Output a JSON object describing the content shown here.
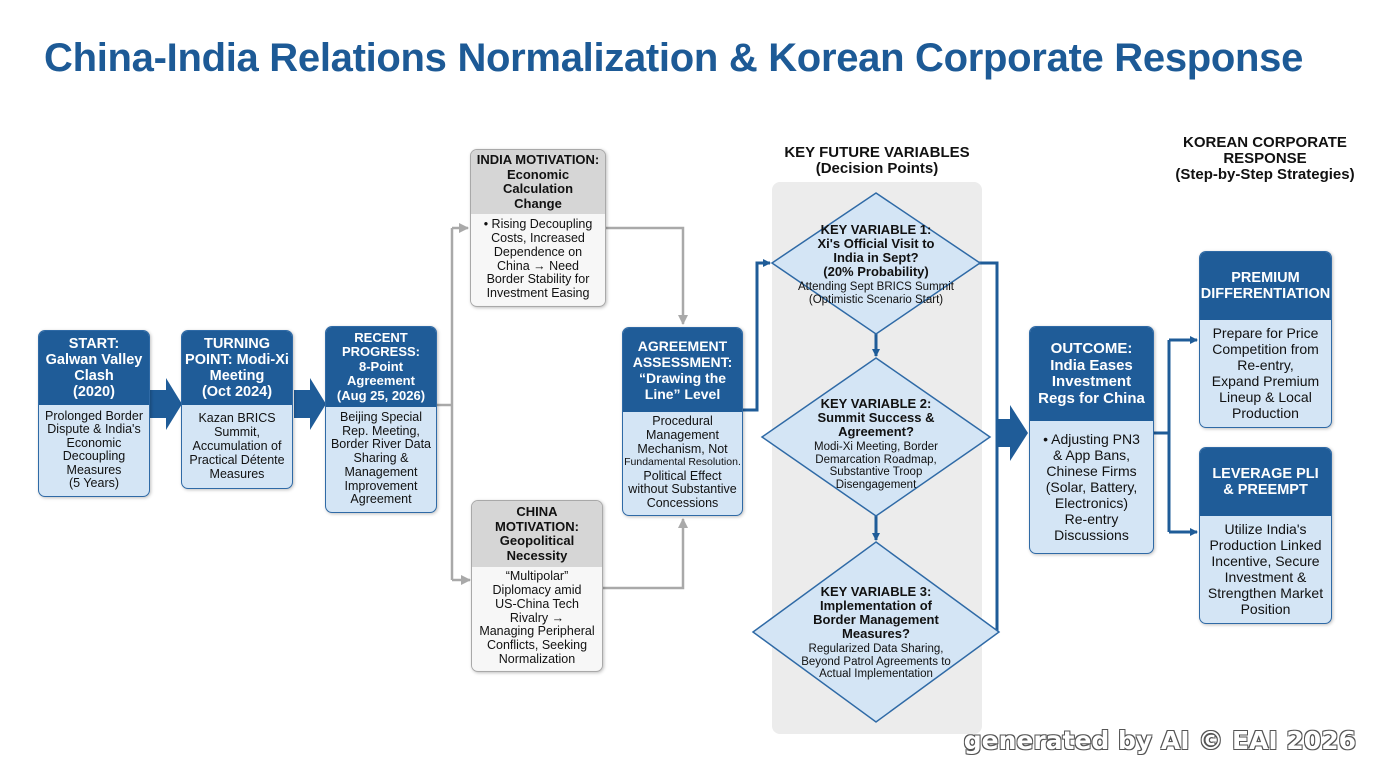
{
  "title": "China-India Relations Normalization & Korean Corporate Response",
  "headers": {
    "variables": [
      "KEY FUTURE VARIABLES",
      "(Decision Points)"
    ],
    "korean": [
      "KOREAN CORPORATE",
      "RESPONSE",
      "(Step-by-Step Strategies)"
    ]
  },
  "timeline": [
    {
      "title": [
        "START:",
        "Galwan Valley",
        "Clash",
        "(2020)"
      ],
      "body": [
        "Prolonged Border",
        "Dispute & India's",
        "Economic",
        "Decoupling",
        "Measures",
        "(5 Years)"
      ]
    },
    {
      "title": [
        "TURNING",
        "POINT: Modi-Xi",
        "Meeting",
        "(Oct 2024)"
      ],
      "body": [
        "Kazan BRICS",
        "Summit,",
        "Accumulation of",
        "Practical Détente",
        "Measures"
      ]
    },
    {
      "title": [
        "RECENT",
        "PROGRESS:",
        "8-Point",
        "Agreement",
        "(Aug 25, 2026)"
      ],
      "body": [
        "Beijing Special",
        "Rep. Meeting,",
        "Border River Data",
        "Sharing &",
        "Management",
        "Improvement",
        "Agreement"
      ]
    }
  ],
  "india_motivation": {
    "title": [
      "INDIA MOTIVATION:",
      "Economic Calculation",
      "Change"
    ],
    "body": [
      "• Rising Decoupling",
      "Costs, Increased",
      "Dependence on",
      "China → Need",
      "Border Stability for",
      "Investment Easing"
    ]
  },
  "china_motivation": {
    "title": [
      "CHINA",
      "MOTIVATION:",
      "Geopolitical",
      "Necessity"
    ],
    "body": [
      "“Multipolar”",
      "Diplomacy amid",
      "US-China Tech",
      "Rivalry →",
      "Managing Peripheral",
      "Conflicts, Seeking",
      "Normalization"
    ]
  },
  "assessment": {
    "title": [
      "AGREEMENT",
      "ASSESSMENT:",
      "“Drawing the",
      "Line” Level"
    ],
    "body": [
      "Procedural",
      "Management",
      "Mechanism, Not",
      "Fundamental Resolution.",
      "Political Effect",
      "without Substantive",
      "Concessions"
    ]
  },
  "variables": [
    {
      "title": [
        "KEY VARIABLE 1:",
        "Xi's Official Visit to",
        "India in Sept?",
        "(20% Probability)"
      ],
      "desc": [
        "Attending Sept BRICS Summit",
        "(Optimistic Scenario Start)"
      ]
    },
    {
      "title": [
        "KEY VARIABLE 2:",
        "Summit Success &",
        "Agreement?"
      ],
      "desc": [
        "Modi-Xi Meeting, Border",
        "Demarcation Roadmap,",
        "Substantive Troop",
        "Disengagement"
      ]
    },
    {
      "title": [
        "KEY VARIABLE 3:",
        "Implementation of",
        "Border Management",
        "Measures?"
      ],
      "desc": [
        "Regularized Data Sharing,",
        "Beyond Patrol Agreements to",
        "Actual Implementation"
      ]
    }
  ],
  "outcome": {
    "title": [
      "OUTCOME:",
      "India Eases",
      "Investment",
      "Regs for China"
    ],
    "body": [
      "• Adjusting PN3",
      "& App Bans,",
      "Chinese Firms",
      "(Solar, Battery,",
      "Electronics)",
      "Re-entry",
      "Discussions"
    ]
  },
  "strategies": [
    {
      "title": [
        "PREMIUM",
        "DIFFERENTIATION"
      ],
      "body": [
        "Prepare for Price",
        "Competition from",
        "Re-entry,",
        "Expand Premium",
        "Lineup & Local",
        "Production"
      ]
    },
    {
      "title": [
        "LEVERAGE PLI",
        "& PREEMPT"
      ],
      "body": [
        "Utilize India's",
        "Production Linked",
        "Incentive, Secure",
        "Investment &",
        "Strengthen Market",
        "Position"
      ]
    }
  ],
  "watermark": "generated by AI © EAI 2026",
  "colors": {
    "primary": "#1f5c98",
    "light_blue": "#d4e5f5",
    "gray_header": "#d6d6d6",
    "connector": "#1f5c98",
    "gray_arrow": "#a9a9a9"
  }
}
